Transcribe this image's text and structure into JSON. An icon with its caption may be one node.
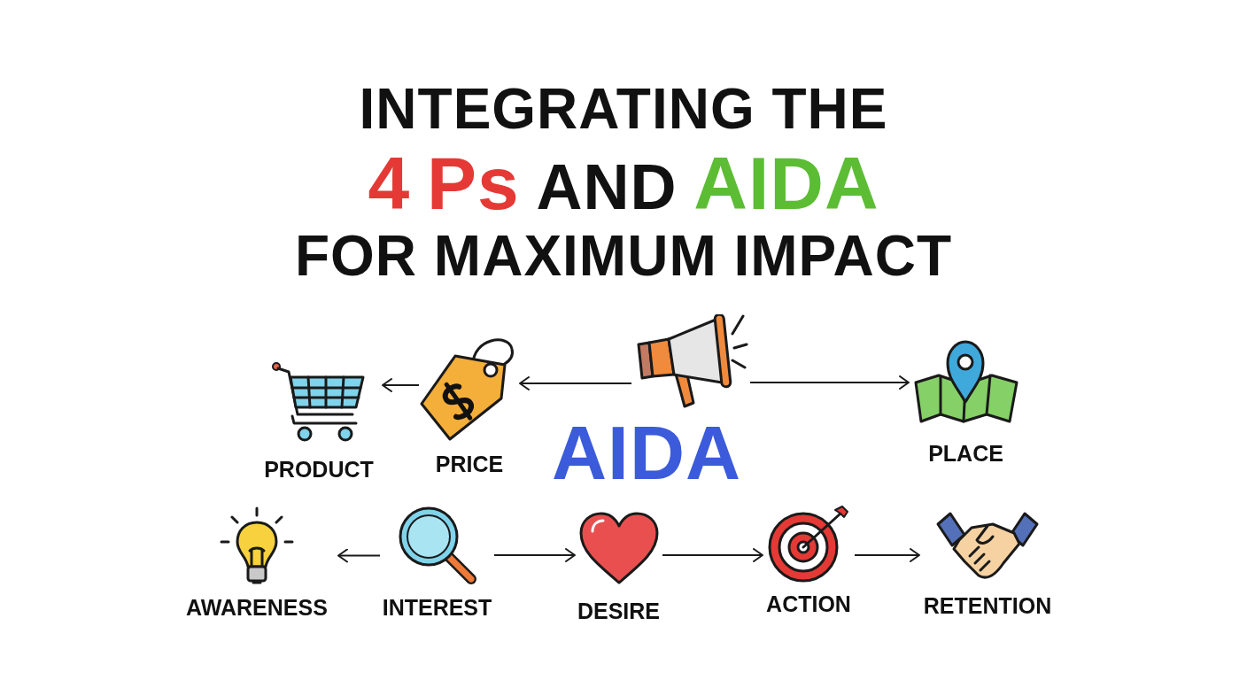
{
  "diagram": {
    "title": "INTEGRATING THE 4 Ps AND AIDA FOR MAXIMUM IMPACT",
    "nodes": [
      {
        "text": [
          "PRODUCT"
        ]
      },
      {
        "text": [
          "PRICE"
        ]
      },
      {
        "text": [],
        "shape": "picture"
      },
      {
        "text": [
          "PLACE"
        ]
      },
      {
        "text": [
          "AWARENESS"
        ]
      },
      {
        "text": [
          "INTEREST"
        ]
      },
      {
        "text": [
          "DESIRE"
        ]
      },
      {
        "text": [
          "ACTION"
        ]
      },
      {
        "text": [
          "RETENTION"
        ]
      }
    ],
    "edges": [
      {
        "from": 1,
        "to": 0,
        "arrow": "to"
      },
      {
        "from": 2,
        "to": 1,
        "arrow": "to"
      },
      {
        "from": 2,
        "to": 3,
        "arrow": "to"
      },
      {
        "from": 5,
        "to": 4,
        "arrow": "to"
      },
      {
        "from": 5,
        "to": 6,
        "arrow": "to"
      },
      {
        "from": 6,
        "to": 7,
        "arrow": "to"
      },
      {
        "from": 7,
        "to": 8,
        "arrow": "to"
      }
    ],
    "labels": [
      "AIDA"
    ]
  }
}
